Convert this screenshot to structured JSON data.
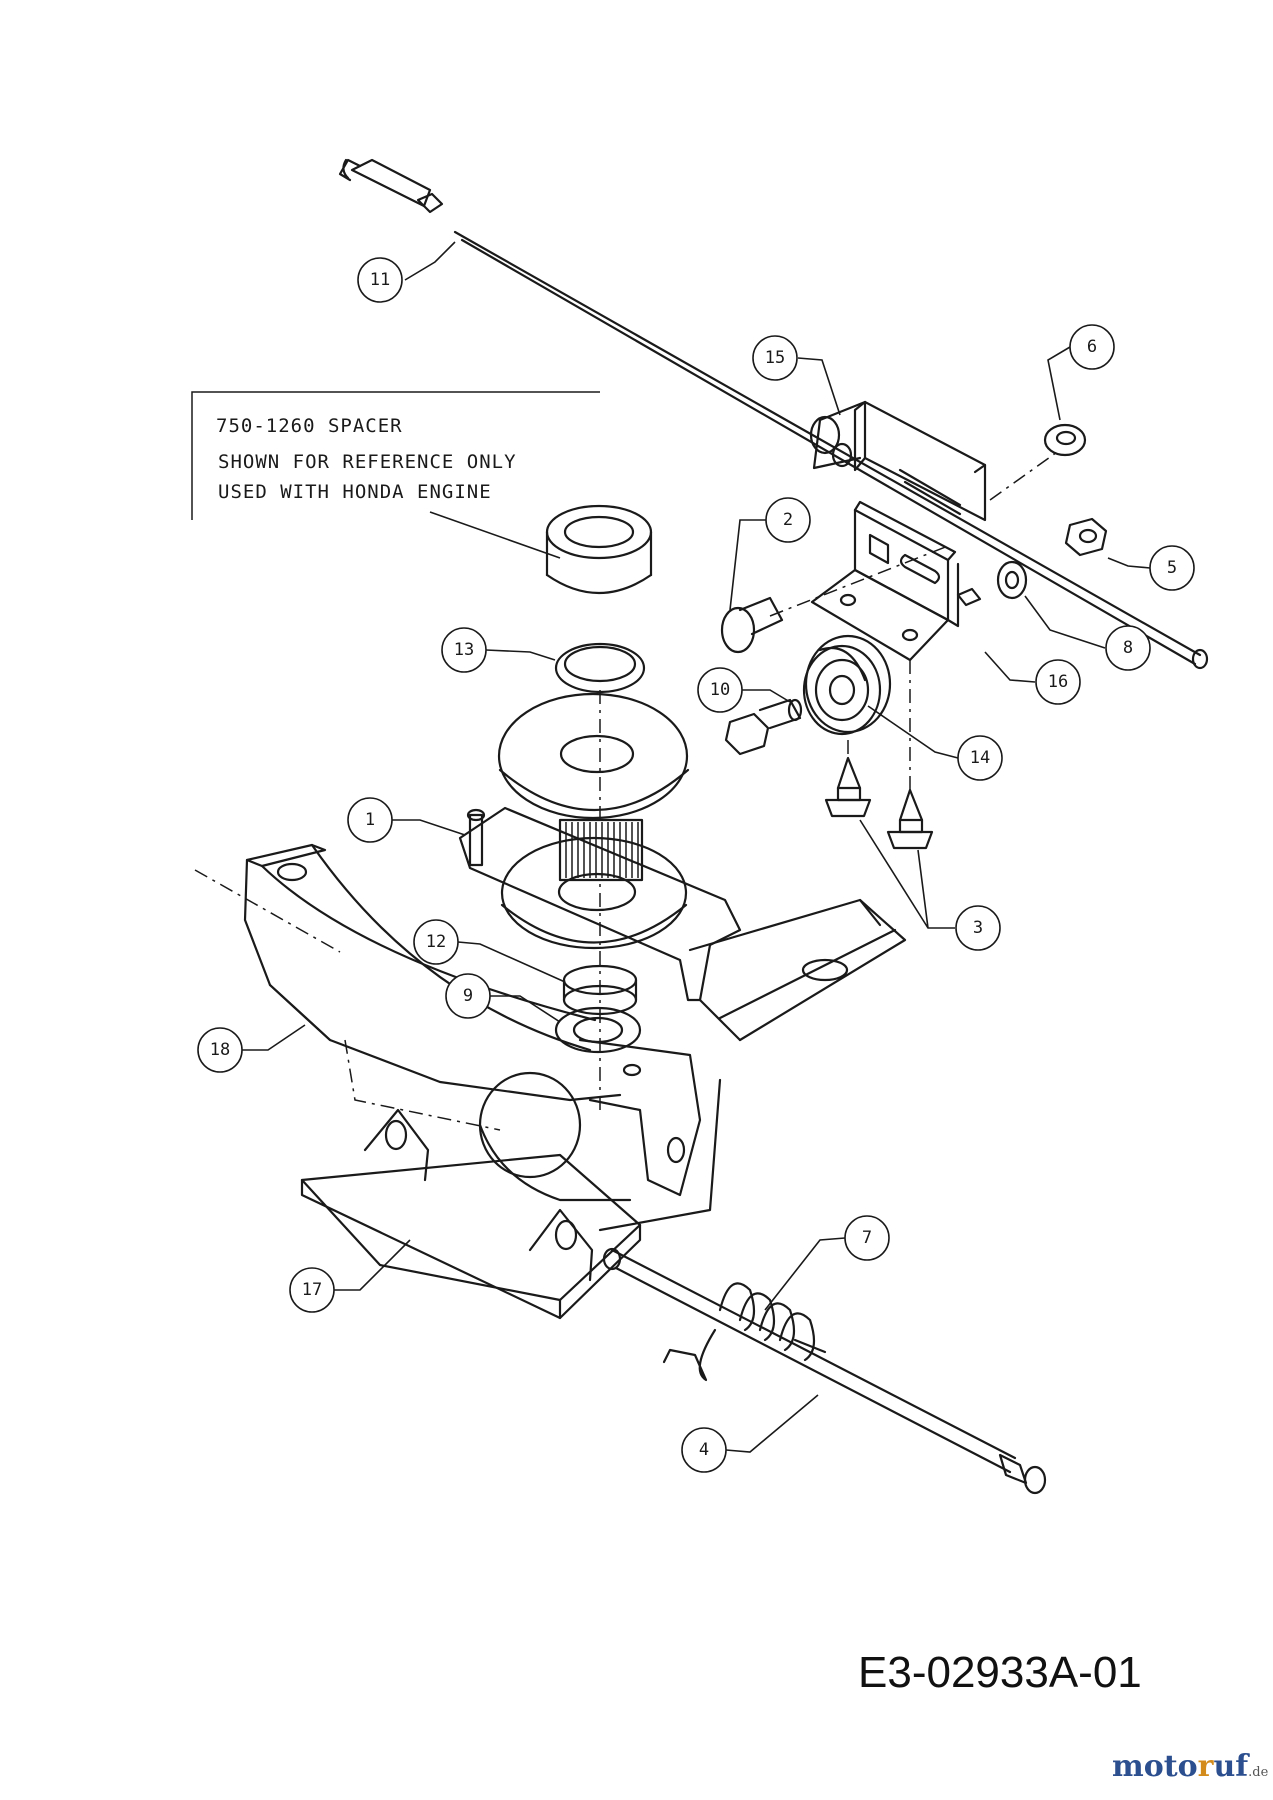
{
  "note": {
    "line1": "750-1260 SPACER",
    "line2": "SHOWN FOR REFERENCE ONLY",
    "line3": "USED WITH HONDA ENGINE"
  },
  "callouts": {
    "c1": "1",
    "c2": "2",
    "c3": "3",
    "c4": "4",
    "c5": "5",
    "c6": "6",
    "c7": "7",
    "c8": "8",
    "c9": "9",
    "c10": "10",
    "c11": "11",
    "c12": "12",
    "c13": "13",
    "c14": "14",
    "c15": "15",
    "c16": "16",
    "c17": "17",
    "c18": "18"
  },
  "drawing_id": "E3-02933A-01",
  "watermark": {
    "part1": "moto",
    "part2": "r",
    "part3": "uf",
    "suffix": ".de"
  }
}
